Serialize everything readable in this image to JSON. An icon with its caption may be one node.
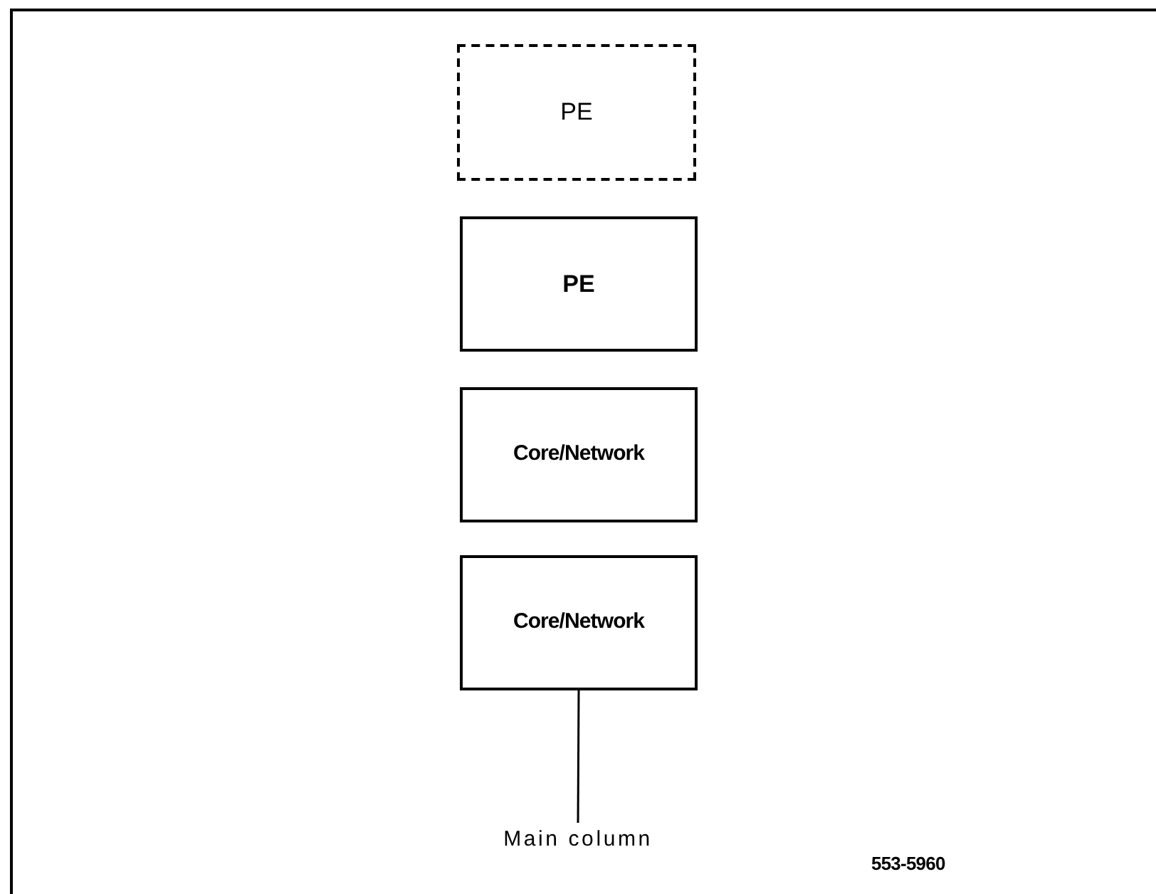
{
  "diagram": {
    "nodes": [
      {
        "text": [
          "PE"
        ]
      },
      {
        "text": [
          "PE"
        ]
      },
      {
        "text": [
          "Core/Network"
        ]
      },
      {
        "text": [
          "Core/Network"
        ]
      },
      {
        "text": [
          "Main column"
        ]
      }
    ],
    "edges": [
      {
        "from": 4,
        "to": 3,
        "arrow": "none"
      }
    ],
    "labels": [
      "553-5960"
    ]
  }
}
